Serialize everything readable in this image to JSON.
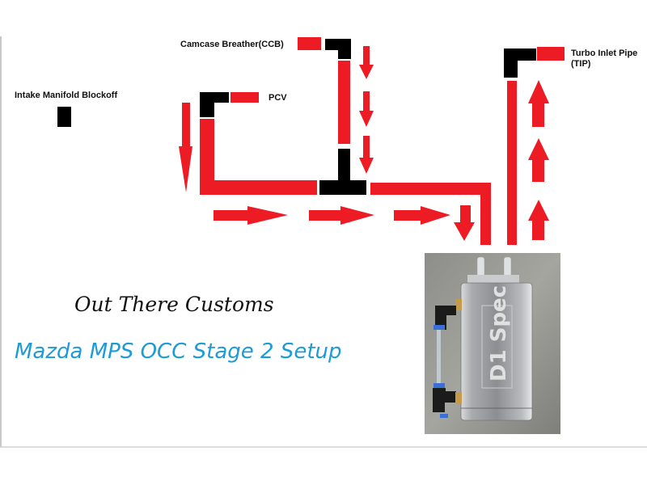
{
  "labels": {
    "ccb": "Camcase Breather(CCB)",
    "pcv": "PCV",
    "intake": "Intake Manifold Blockoff",
    "tip_line1": "Turbo Inlet Pipe",
    "tip_line2": "(TIP)"
  },
  "branding": {
    "company": "Out There Customs",
    "title": "Mazda MPS OCC Stage 2 Setup"
  },
  "photo": {
    "logo_text": "D1 Spec"
  },
  "colors": {
    "pipe": "#ed1c24",
    "fitting": "#000000",
    "title": "#1c9bd6"
  }
}
